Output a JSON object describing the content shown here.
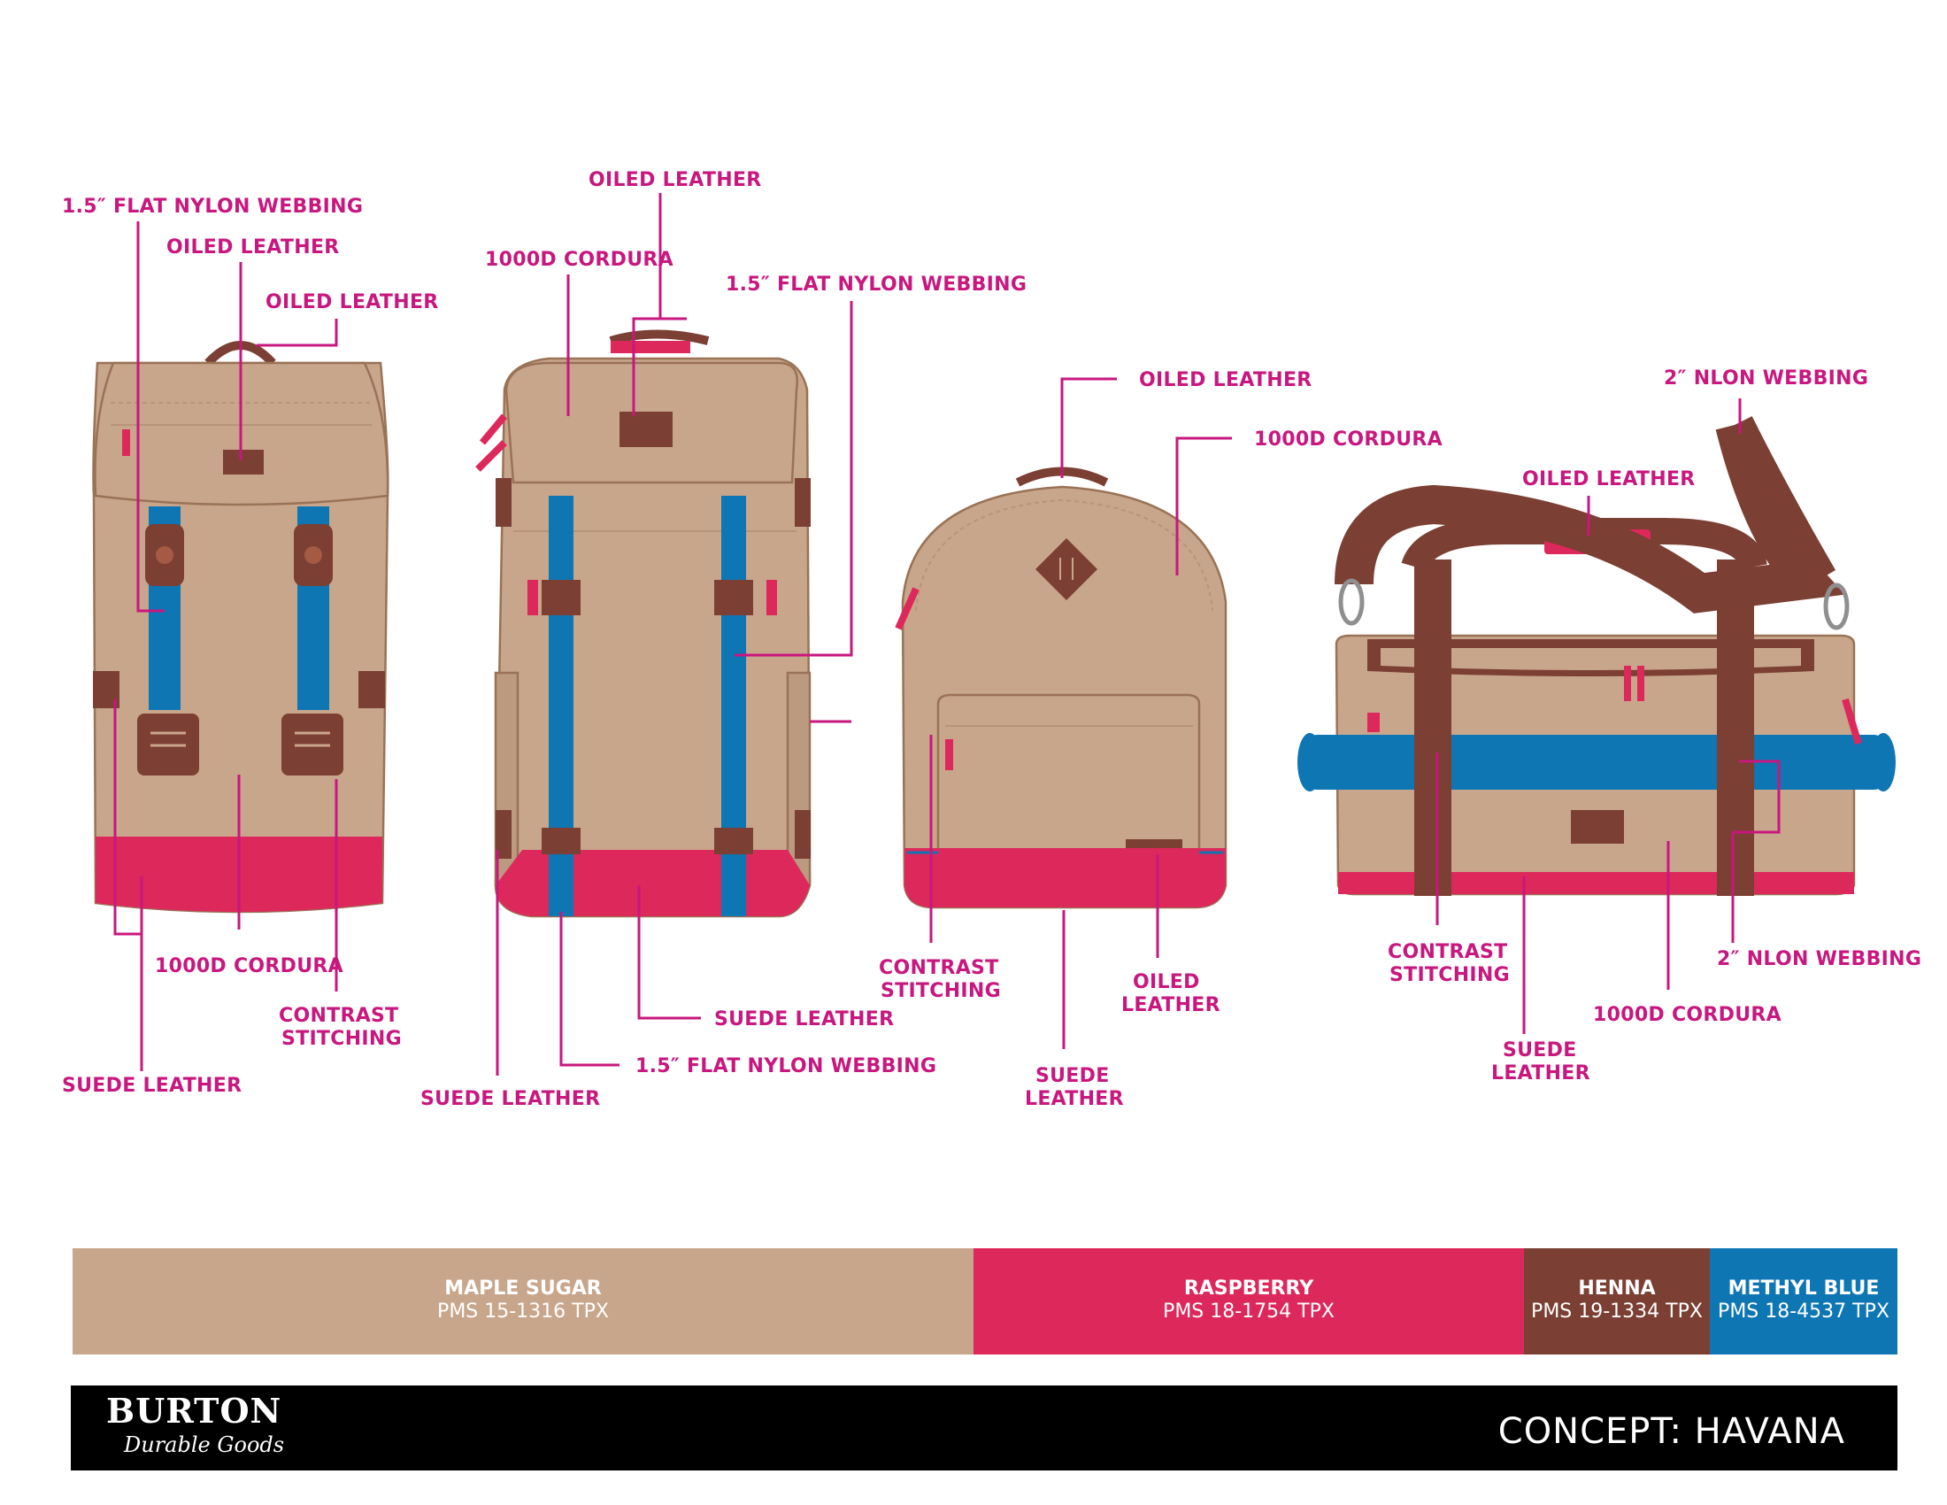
{
  "labels": {
    "pack1_webbing": "1.5″ FLAT NYLON WEBBING",
    "pack1_oiled1": "OILED LEATHER",
    "pack1_oiled2": "OILED LEATHER",
    "pack1_cordura": "1000D CORDURA",
    "pack1_stitch_1": "CONTRAST",
    "pack1_stitch_2": "STITCHING",
    "pack1_suede": "SUEDE LEATHER",
    "pack2_oiled": "OILED LEATHER",
    "pack2_cordura": "1000D CORDURA",
    "pack2_webbing_top": "1.5″ FLAT NYLON WEBBING",
    "pack2_suede_right": "SUEDE LEATHER",
    "pack2_webbing_bottom": "1.5″ FLAT NYLON WEBBING",
    "pack2_suede_left": "SUEDE LEATHER",
    "pack3_oiled": "OILED LEATHER",
    "pack3_cordura": "1000D CORDURA",
    "pack3_stitch_1": "CONTRAST",
    "pack3_stitch_2": "STITCHING",
    "pack3_oiled_bottom_1": "OILED",
    "pack3_oiled_bottom_2": "LEATHER",
    "pack3_suede_1": "SUEDE",
    "pack3_suede_2": "LEATHER",
    "duffel_webbing_top": "2″ NLON WEBBING",
    "duffel_oiled": "OILED LEATHER",
    "duffel_stitch_1": "CONTRAST",
    "duffel_stitch_2": "STITCHING",
    "duffel_webbing_bottom": "2″ NLON WEBBING",
    "duffel_cordura": "1000D CORDURA",
    "duffel_suede_1": "SUEDE",
    "duffel_suede_2": "LEATHER"
  },
  "palette": [
    {
      "name": "MAPLE SUGAR",
      "code": "PMS 15-1316 TPX",
      "color": "#c8a68b"
    },
    {
      "name": "RASPBERRY",
      "code": "PMS 18-1754 TPX",
      "color": "#dd285b"
    },
    {
      "name": "HENNA",
      "code": "PMS 19-1334 TPX",
      "color": "#7b3f33"
    },
    {
      "name": "METHYL BLUE",
      "code": "PMS 18-4537 TPX",
      "color": "#0f76b4"
    }
  ],
  "footer": {
    "brand": "BURTON",
    "brand_sub": "Durable Goods",
    "concept": "CONCEPT: HAVANA"
  },
  "colors": {
    "label": "#c8177e",
    "canvas": "#c8a68b",
    "leather": "#7b3f33",
    "webbing_blue": "#0f76b4",
    "raspberry": "#dd285b"
  }
}
